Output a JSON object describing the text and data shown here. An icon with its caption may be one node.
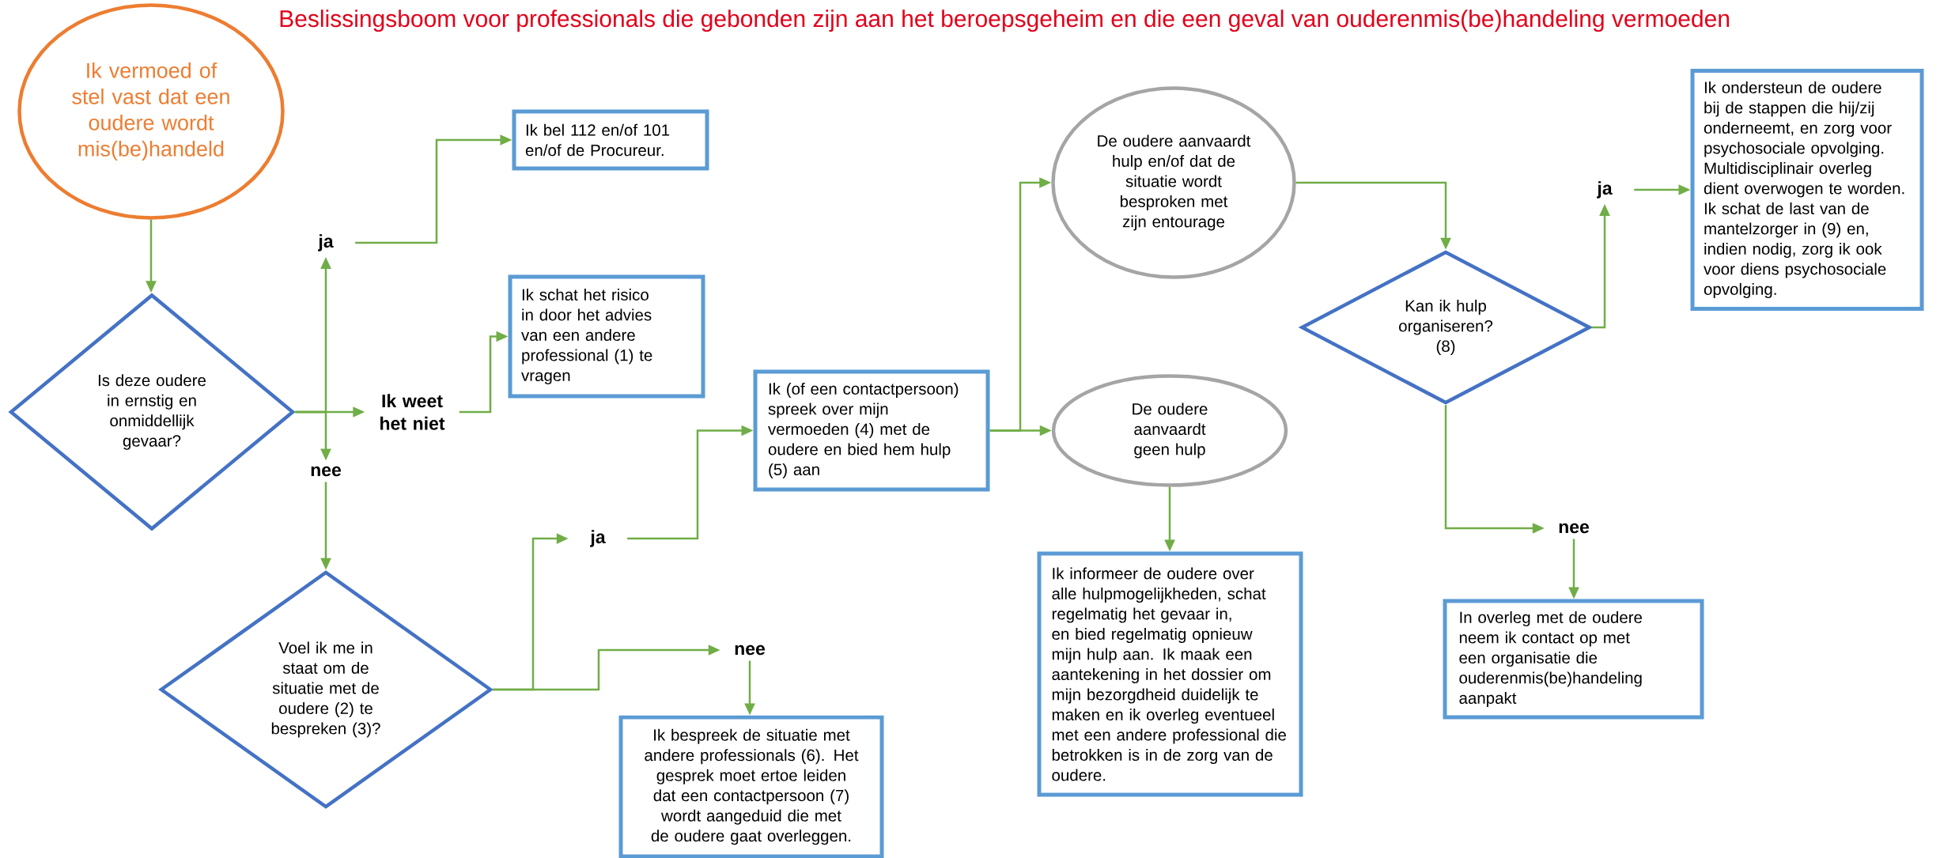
{
  "diagram": {
    "title": "Beslissingsboom voor professionals die gebonden zijn aan het beroepsgeheim en die een geval van ouderenmis(be)handeling vermoeden",
    "nodes": [
      {
        "text": [
          "Ik vermoed of stel vast dat een oudere wordt mis(be)handeld"
        ]
      },
      {
        "text": [
          "Is deze oudere in ernstig en onmiddellijk gevaar?"
        ]
      },
      {
        "text": [
          "ja"
        ]
      },
      {
        "text": [
          "Ik weet het niet"
        ]
      },
      {
        "text": [
          "nee"
        ]
      },
      {
        "text": [
          "Ik bel 112 en/of 101 en/of de Procureur."
        ]
      },
      {
        "text": [
          "Ik schat het risico in door het advies van een andere professional (1) te vragen"
        ]
      },
      {
        "text": [
          "Voel ik me in staat om de situatie met de oudere (2) te bespreken (3)?"
        ]
      },
      {
        "text": [
          "ja"
        ]
      },
      {
        "text": [
          "nee"
        ]
      },
      {
        "text": [
          "Ik (of een contactpersoon) spreek over mijn vermoeden (4) met de oudere en bied hem hulp (5) aan"
        ]
      },
      {
        "text": [
          "Ik bespreek de situatie met andere professionals (6). Het gesprek moet ertoe leiden dat een contactpersoon (7) wordt aangeduid die met de oudere gaat overleggen."
        ]
      },
      {
        "text": [
          "De oudere aanvaardt hulp en/of dat de situatie wordt besproken met zijn entourage"
        ]
      },
      {
        "text": [
          "De oudere aanvaardt geen hulp"
        ]
      },
      {
        "text": [
          "Ik informeer de oudere over alle hulpmogelijkheden, schat regelmatig het gevaar in, en bied regelmatig opnieuw mijn hulp aan. Ik maak een aantekening in het dossier om mijn bezorgdheid duidelijk te maken en ik overleg eventueel met een andere professional die betrokken is in de zorg van de oudere."
        ]
      },
      {
        "text": [
          "Kan ik hulp organiseren? (8)"
        ]
      },
      {
        "text": [
          "ja"
        ]
      },
      {
        "text": [
          "Ik ondersteun de oudere bij de stappen die hij/zij onderneemt, en zorg voor psychosociale opvolging. Multidisciplinair overleg dient overwogen te worden. Ik schat de last van de mantelzorger in (9) en, indien nodig, zorg ik ook voor diens psychosociale opvolging."
        ]
      },
      {
        "text": [
          "nee"
        ]
      },
      {
        "text": [
          "In overleg met de oudere neem ik contact op met een organisatie die ouderenmis(be)handeling aanpakt"
        ]
      }
    ],
    "edges": [
      {
        "from": 0,
        "to": 1,
        "arrow": "to"
      },
      {
        "from": 1,
        "to": 2,
        "arrow": "to"
      },
      {
        "from": 1,
        "to": 3,
        "arrow": "to"
      },
      {
        "from": 1,
        "to": 4,
        "arrow": "to"
      },
      {
        "from": 2,
        "to": 5,
        "arrow": "to"
      },
      {
        "from": 3,
        "to": 6,
        "arrow": "to"
      },
      {
        "from": 4,
        "to": 7,
        "arrow": "to"
      },
      {
        "from": 7,
        "to": 8,
        "arrow": "to"
      },
      {
        "from": 7,
        "to": 9,
        "arrow": "to"
      },
      {
        "from": 8,
        "to": 10,
        "arrow": "to"
      },
      {
        "from": 9,
        "to": 11,
        "arrow": "to"
      },
      {
        "from": 10,
        "to": 12,
        "arrow": "to"
      },
      {
        "from": 10,
        "to": 13,
        "arrow": "to"
      },
      {
        "from": 13,
        "to": 14,
        "arrow": "to"
      },
      {
        "from": 12,
        "to": 15,
        "arrow": "to"
      },
      {
        "from": 15,
        "to": 16,
        "arrow": "to"
      },
      {
        "from": 16,
        "to": 17,
        "arrow": "to"
      },
      {
        "from": 15,
        "to": 18,
        "arrow": "to"
      },
      {
        "from": 18,
        "to": 19,
        "arrow": "to"
      }
    ]
  }
}
